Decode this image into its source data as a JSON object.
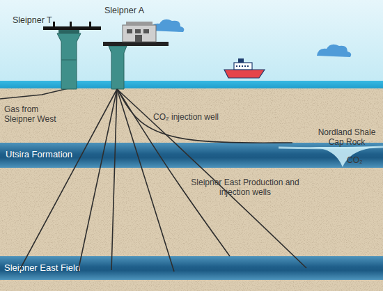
{
  "diagram": {
    "nodes": [
      {
        "text": [
          "Sleipner T"
        ]
      },
      {
        "text": [
          "Sleipner A"
        ]
      },
      {
        "text": [
          "Utsira Formation"
        ]
      },
      {
        "text": [
          "Sleipner East Field"
        ]
      }
    ],
    "edges": [
      {
        "from": 1,
        "to": 2,
        "arrow": "none",
        "label": "CO₂ injection well"
      },
      {
        "from": 1,
        "to": 3,
        "arrow": "none",
        "label": "Sleipner East Production and injection wells"
      }
    ],
    "labels": [
      "Gas from Sleipner West",
      "Nordland Shale Cap Rock",
      "CO₂"
    ]
  }
}
